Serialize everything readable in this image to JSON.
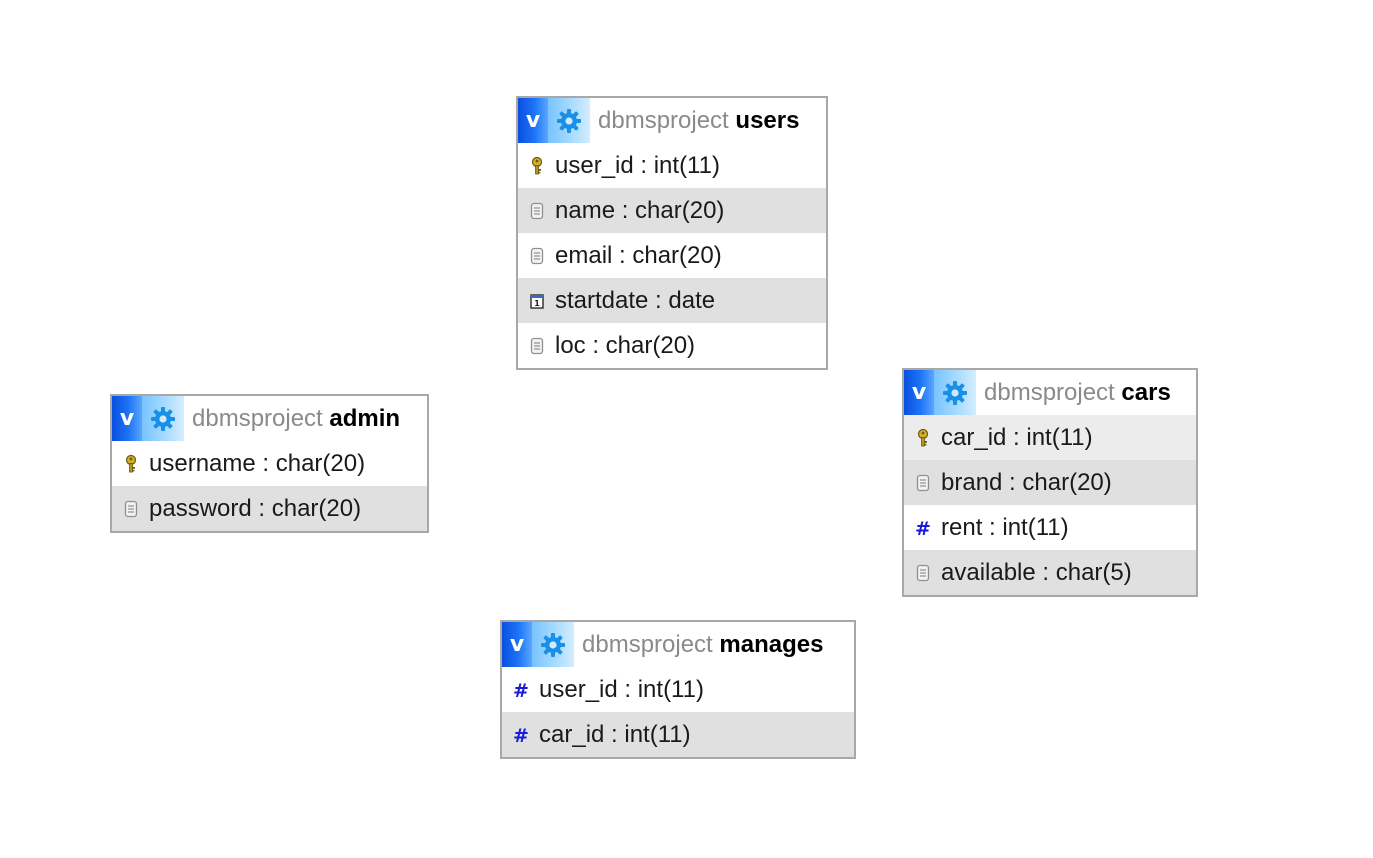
{
  "database": "dbmsproject",
  "header": {
    "toggle_label": "v"
  },
  "tables": [
    {
      "key": "users",
      "name": "users",
      "columns": [
        {
          "label": "user_id : int(11)",
          "icon": "key-icon"
        },
        {
          "label": "name : char(20)",
          "icon": "text-field-icon"
        },
        {
          "label": "email : char(20)",
          "icon": "text-field-icon"
        },
        {
          "label": "startdate : date",
          "icon": "calendar-icon"
        },
        {
          "label": "loc : char(20)",
          "icon": "text-field-icon"
        }
      ]
    },
    {
      "key": "admin",
      "name": "admin",
      "columns": [
        {
          "label": "username : char(20)",
          "icon": "key-icon"
        },
        {
          "label": "password : char(20)",
          "icon": "text-field-icon"
        }
      ]
    },
    {
      "key": "cars",
      "name": "cars",
      "columns": [
        {
          "label": "car_id : int(11)",
          "icon": "key-icon"
        },
        {
          "label": "brand : char(20)",
          "icon": "text-field-icon"
        },
        {
          "label": "rent : int(11)",
          "icon": "numeric-hash-icon"
        },
        {
          "label": "available : char(5)",
          "icon": "text-field-icon"
        }
      ]
    },
    {
      "key": "manages",
      "name": "manages",
      "columns": [
        {
          "label": "user_id : int(11)",
          "icon": "numeric-hash-icon"
        },
        {
          "label": "car_id : int(11)",
          "icon": "numeric-hash-icon"
        }
      ]
    }
  ],
  "colors": {
    "toggle_blue": "#1d74f5",
    "gear_blue": "#a7dbff",
    "db_name_gray": "#8a8a8a",
    "alt_row": "#e0e0e0",
    "border": "#a8a8a8",
    "hash_blue": "#1a1ad8"
  }
}
